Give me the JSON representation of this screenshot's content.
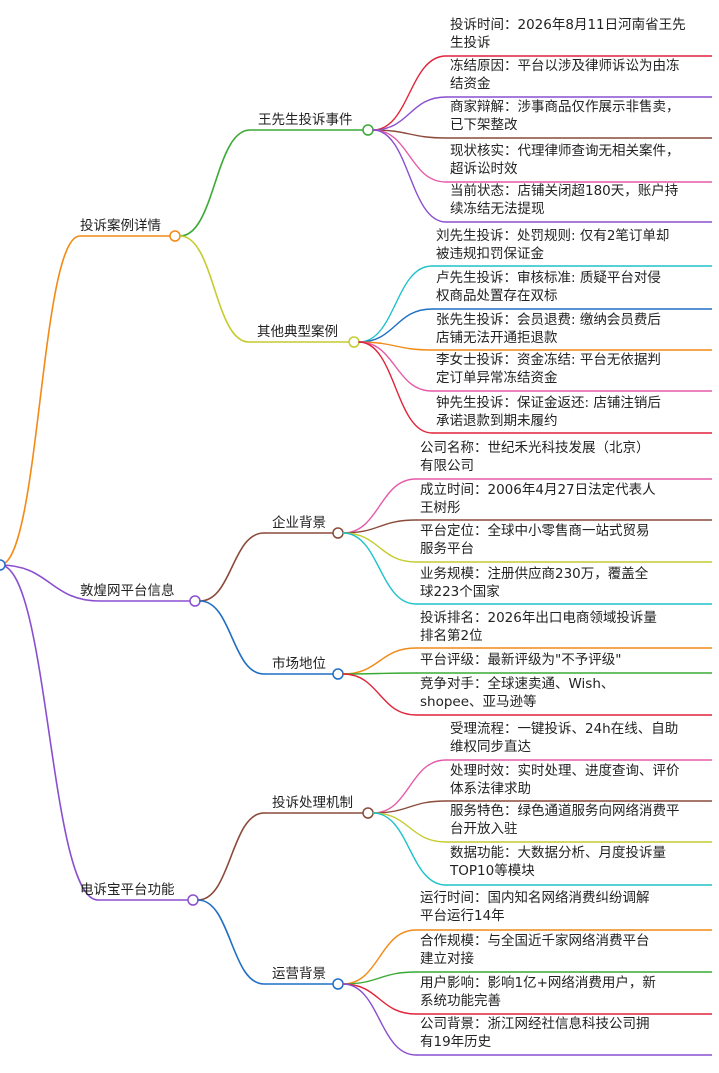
{
  "colors": {
    "red": "#e0243a",
    "pink": "#e55aa8",
    "brown": "#8b4a3a",
    "yellow": "#c6cc2f",
    "cyan": "#1fc2c9",
    "orange": "#f28a16",
    "green": "#3aaa35",
    "purple": "#8a4fd0",
    "blue": "#1f6fc5"
  },
  "branches": [
    {
      "label": "投诉案例详情",
      "subs": [
        {
          "label": "王先生投诉事件",
          "leaves": [
            {
              "l1": "投诉时间：2026年8月11日河南省王先",
              "l2": "生投诉"
            },
            {
              "l1": "冻结原因：平台以涉及律师诉讼为由冻",
              "l2": "结资金"
            },
            {
              "l1": "商家辩解：涉事商品仅作展示非售卖，",
              "l2": "已下架整改"
            },
            {
              "l1": "现状核实：代理律师查询无相关案件，",
              "l2": "超诉讼时效"
            },
            {
              "l1": "当前状态：店铺关闭超180天，账户持",
              "l2": "续冻结无法提现"
            }
          ]
        },
        {
          "label": "其他典型案例",
          "leaves": [
            {
              "l1": "刘先生投诉：处罚规则: 仅有2笔订单却",
              "l2": "被违规扣罚保证金"
            },
            {
              "l1": "卢先生投诉：审核标准: 质疑平台对侵",
              "l2": "权商品处置存在双标"
            },
            {
              "l1": "张先生投诉：会员退费: 缴纳会员费后",
              "l2": "店铺无法开通拒退款"
            },
            {
              "l1": "李女士投诉：资金冻结: 平台无依据判",
              "l2": "定订单异常冻结资金"
            },
            {
              "l1": "钟先生投诉：保证金返还: 店铺注销后",
              "l2": "承诺退款到期未履约"
            }
          ]
        }
      ]
    },
    {
      "label": "敦煌网平台信息",
      "subs": [
        {
          "label": "企业背景",
          "leaves": [
            {
              "l1": "公司名称：世纪禾光科技发展（北京）",
              "l2": "有限公司"
            },
            {
              "l1": "成立时间：2006年4月27日法定代表人",
              "l2": "王树彤"
            },
            {
              "l1": "平台定位：全球中小零售商一站式贸易",
              "l2": "服务平台"
            },
            {
              "l1": "业务规模：注册供应商230万，覆盖全",
              "l2": "球223个国家"
            }
          ]
        },
        {
          "label": "市场地位",
          "leaves": [
            {
              "l1": "投诉排名：2026年出口电商领域投诉量",
              "l2": "排名第2位"
            },
            {
              "l1": "平台评级：最新评级为\"不予评级\"",
              "l2": ""
            },
            {
              "l1": "竞争对手：全球速卖通、Wish、",
              "l2": "shopee、亚马逊等"
            }
          ]
        }
      ]
    },
    {
      "label": "电诉宝平台功能",
      "subs": [
        {
          "label": "投诉处理机制",
          "leaves": [
            {
              "l1": "受理流程：一键投诉、24h在线、自助",
              "l2": "维权同步直达"
            },
            {
              "l1": "处理时效：实时处理、进度查询、评价",
              "l2": "体系法律求助"
            },
            {
              "l1": "服务特色：绿色通道服务向网络消费平",
              "l2": "台开放入驻"
            },
            {
              "l1": "数据功能：大数据分析、月度投诉量",
              "l2": "TOP10等模块"
            }
          ]
        },
        {
          "label": "运营背景",
          "leaves": [
            {
              "l1": "运行时间：国内知名网络消费纠纷调解",
              "l2": "平台运行14年"
            },
            {
              "l1": "合作规模：与全国近千家网络消费平台",
              "l2": "建立对接"
            },
            {
              "l1": "用户影响：影响1亿+网络消费用户，新",
              "l2": "系统功能完善"
            },
            {
              "l1": "公司背景：浙江网经社信息科技公司拥",
              "l2": "有19年历史"
            }
          ]
        }
      ]
    }
  ]
}
